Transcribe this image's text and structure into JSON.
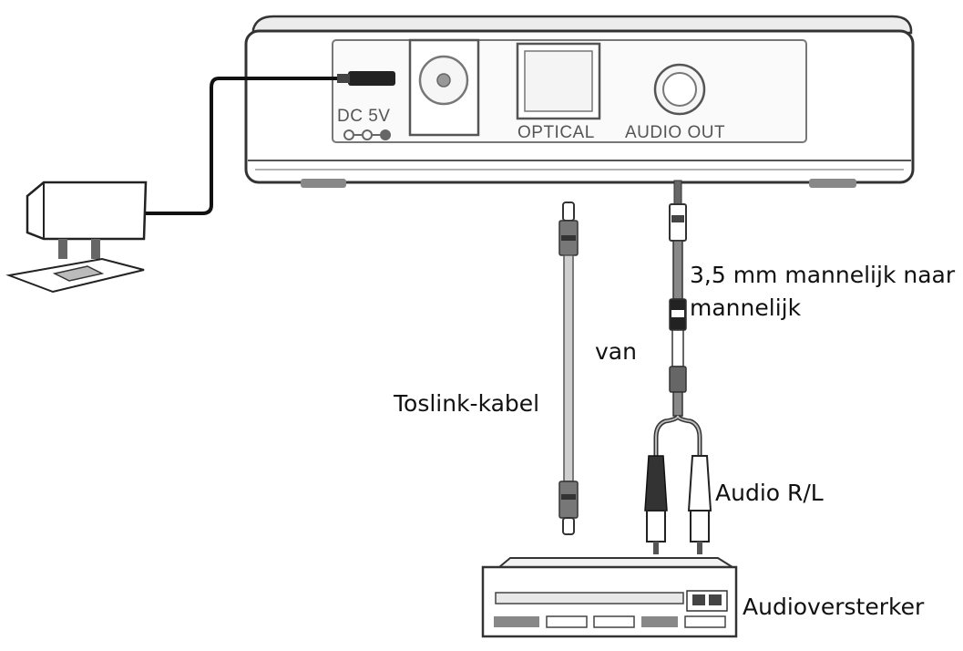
{
  "device": {
    "port_dc_label": "DC 5V",
    "port_optical_label": "OPTICAL",
    "port_audio_out_label": "AUDIO OUT"
  },
  "labels": {
    "cable_35mm_line1": "3,5 mm mannelijk naar",
    "cable_35mm_line2": "mannelijk",
    "van": "van",
    "toslink": "Toslink-kabel",
    "audio_rl": "Audio R/L",
    "amplifier": "Audioversterker"
  }
}
